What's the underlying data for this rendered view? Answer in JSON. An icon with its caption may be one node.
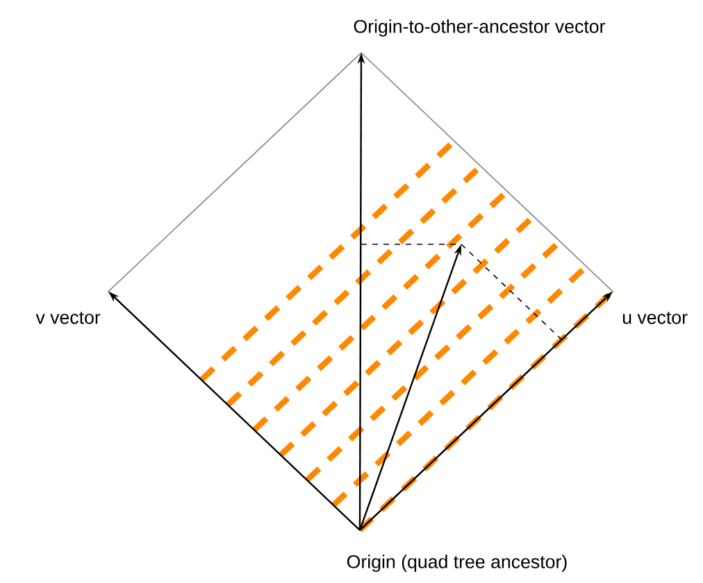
{
  "diagram": {
    "nodes": [
      {
        "text": [
          "Origin (quad tree ancestor)"
        ]
      },
      {
        "text": [
          "Origin-to-other-ancestor vector"
        ]
      },
      {
        "text": [
          "v vector"
        ]
      },
      {
        "text": [
          "u vector"
        ]
      }
    ],
    "edges": [
      {
        "from": 0,
        "to": 1,
        "arrow": "to"
      },
      {
        "from": 0,
        "to": 2,
        "arrow": "to"
      },
      {
        "from": 0,
        "to": 3,
        "arrow": "to"
      },
      {
        "from": 0,
        "to": null,
        "arrow": "to"
      }
    ]
  }
}
